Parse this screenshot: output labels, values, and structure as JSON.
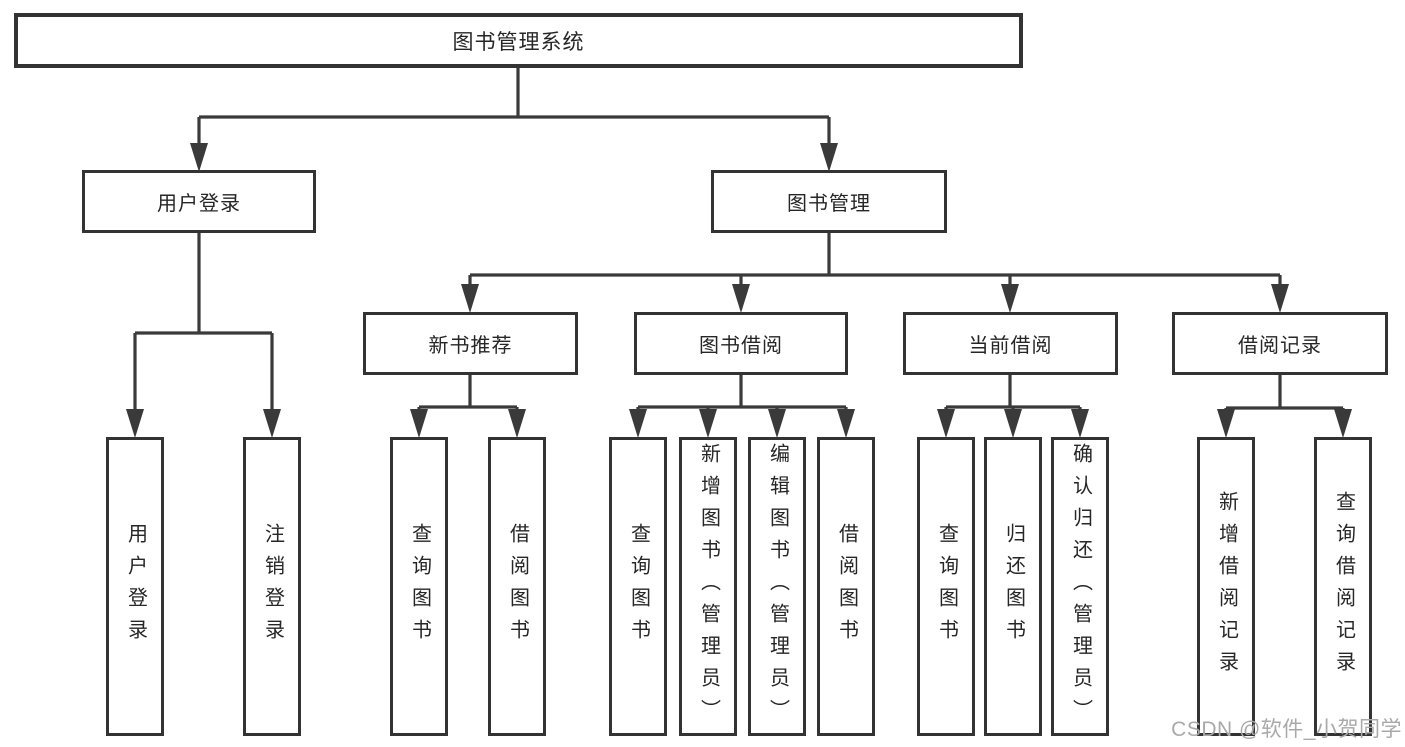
{
  "tree": {
    "label": "图书管理系统",
    "children": [
      {
        "label": "用户登录",
        "children": [
          {
            "label": "用户登录"
          },
          {
            "label": "注销登录"
          }
        ]
      },
      {
        "label": "图书管理",
        "children": [
          {
            "label": "新书推荐",
            "children": [
              {
                "label": "查询图书"
              },
              {
                "label": "借阅图书"
              }
            ]
          },
          {
            "label": "图书借阅",
            "children": [
              {
                "label": "查询图书"
              },
              {
                "label": "新增图书（管理员）"
              },
              {
                "label": "编辑图书（管理员）"
              },
              {
                "label": "借阅图书"
              }
            ]
          },
          {
            "label": "当前借阅",
            "children": [
              {
                "label": "查询图书"
              },
              {
                "label": "归还图书"
              },
              {
                "label": "确认归还（管理员）"
              }
            ]
          },
          {
            "label": "借阅记录",
            "children": [
              {
                "label": "新增借阅记录"
              },
              {
                "label": "查询借阅记录"
              }
            ]
          }
        ]
      }
    ]
  },
  "watermark": {
    "text": "CSDN @软件_小贺同学"
  },
  "colors": {
    "line": "#3a3a3a",
    "box_border": "#333333",
    "box_fill": "#ffffff",
    "text": "#262626",
    "watermark": "#a9a9a9",
    "background": "#ffffff"
  }
}
